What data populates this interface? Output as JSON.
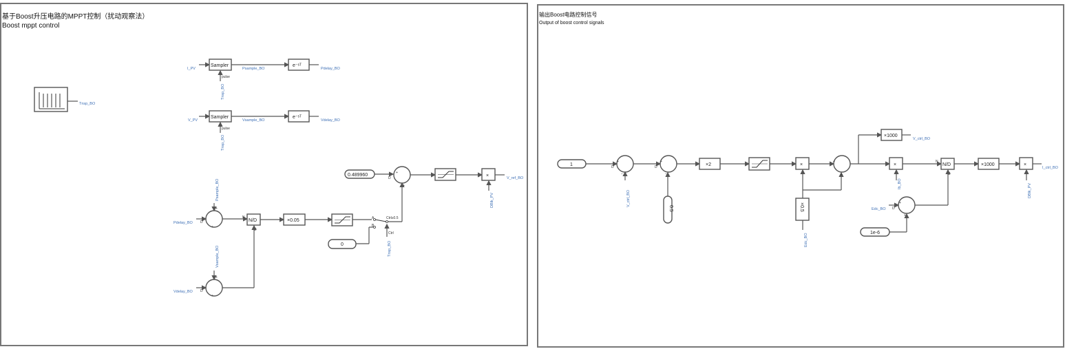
{
  "panels": {
    "left": {
      "title": "基于Boost升压电路的MPPT控制（扰动观察法）",
      "subtitle": "Boost mppt control"
    },
    "right": {
      "title": "输出Boost电路控制信号",
      "subtitle": "Output of boost control signals"
    }
  },
  "signals": {
    "i_pv": "I_PV",
    "v_pv": "V_PV",
    "psample": "Psample_BO",
    "vsample": "Vsample_BO",
    "pdelay": "Pdelay_BO",
    "vdelay": "Vdelay_BO",
    "tnsp": "Tnsp_BO",
    "v_ref": "V_ref_BO",
    "dblk_pv": "DBlk_PV",
    "v_ctrl": "V_ctrl_BO",
    "i_ctrl": "I_ctrl_BO",
    "ib": "Ib_BO",
    "edc": "Edc_BO",
    "pulse": "pulse",
    "ctrl": "Ctrl",
    "cond": "Ctrl≥0.5"
  },
  "blocks": {
    "sampler": "Sampler",
    "delay": "e⁻ˢᵀ",
    "nd": "N/D",
    "gain_005": "×0.05",
    "const_init": "0.489960",
    "const_zero": "0",
    "const_one": "1",
    "const_half": "0.5",
    "gain_x2": "×2",
    "gain_x05": "×0.5",
    "gain_x1000": "×1000",
    "const_eps": "1e-6",
    "mult": "×",
    "sw_a": "A",
    "sw_b": "B",
    "port_n": "N",
    "port_d": "D"
  }
}
